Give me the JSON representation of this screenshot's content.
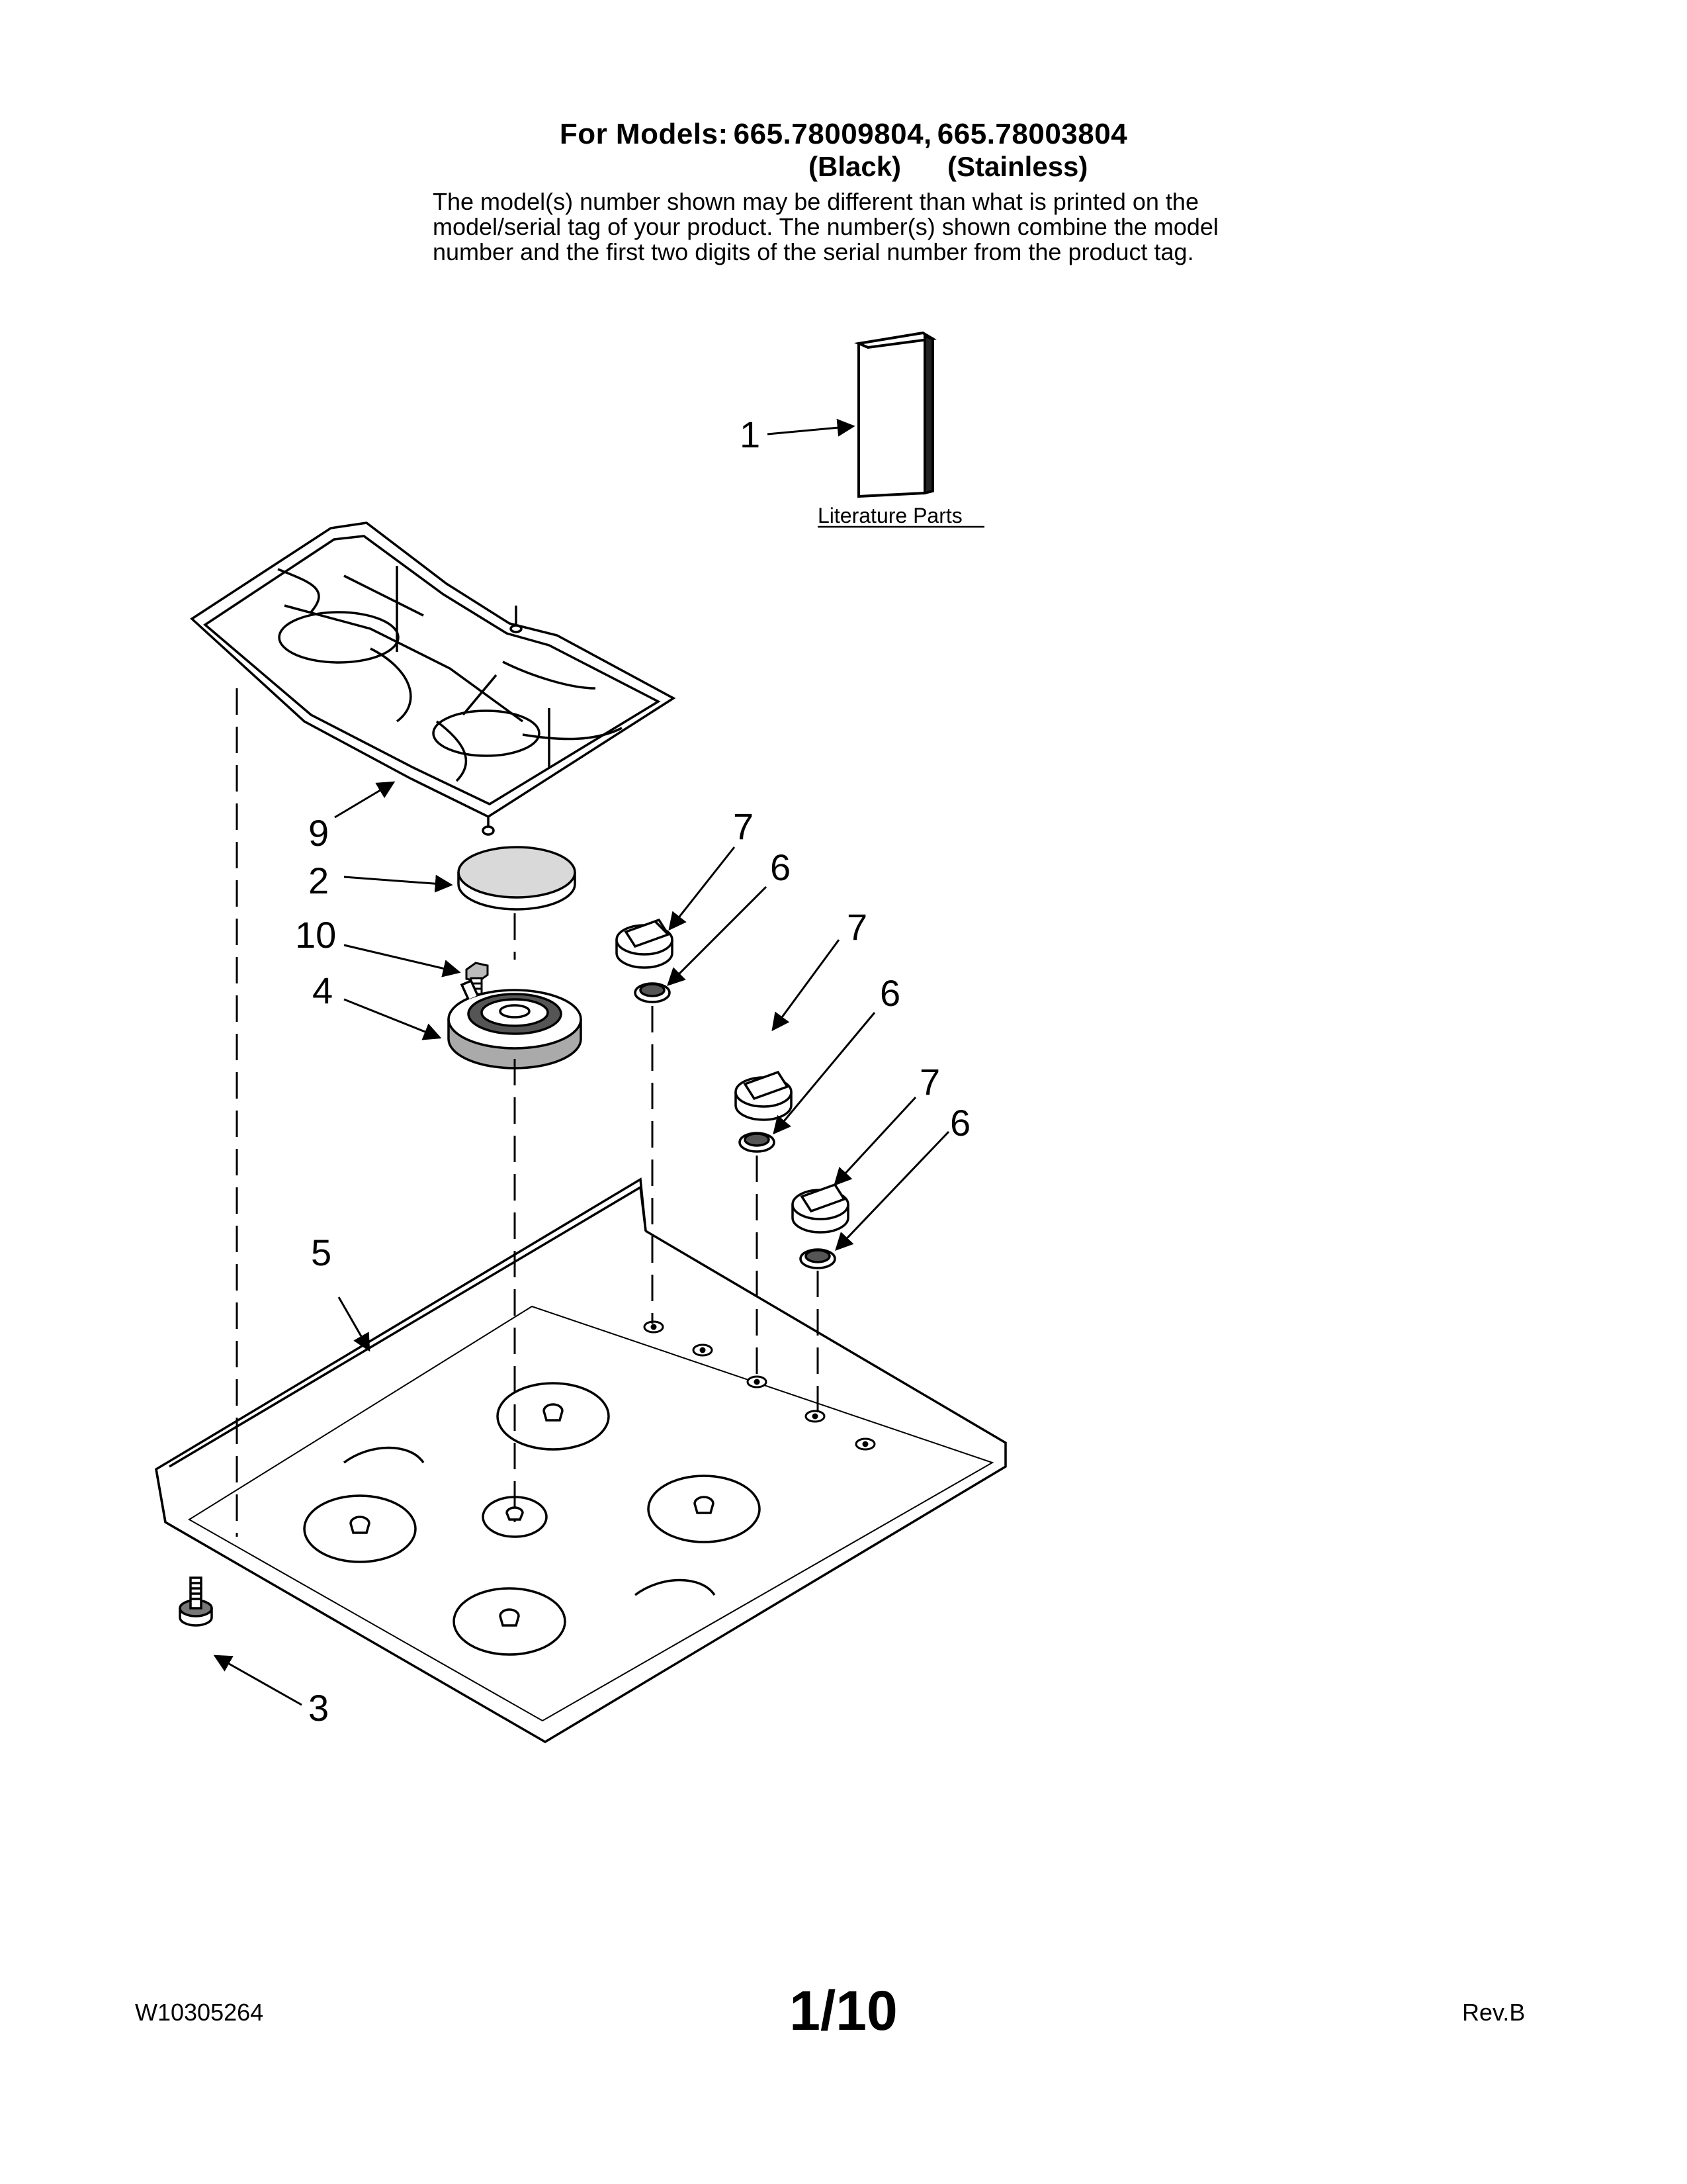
{
  "header": {
    "title_prefix": "For Models:",
    "model_black": "665.78009804,",
    "model_stainless": "665.78003804",
    "label_black": "(Black)",
    "label_stainless": "(Stainless)",
    "note_lines": [
      "The model(s) number shown may be different than what is printed on the",
      "model/serial tag of your product. The number(s) shown combine the model",
      "number and the first two digits of the serial number from the product tag."
    ]
  },
  "diagram": {
    "literature_label": "Literature Parts",
    "callouts": [
      "1",
      "9",
      "2",
      "10",
      "4",
      "7",
      "6",
      "7",
      "6",
      "7",
      "6",
      "5",
      "3"
    ]
  },
  "footer": {
    "doc_number": "W10305264",
    "page": "1/10",
    "revision": "Rev.B"
  }
}
